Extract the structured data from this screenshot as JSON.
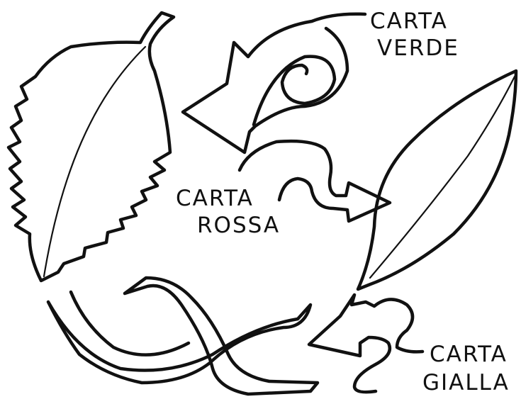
{
  "labels": {
    "verde": [
      "CARTA",
      "VERDE"
    ],
    "rossa": [
      "CARTA",
      "ROSSA"
    ],
    "gialla": [
      "CARTA",
      "GIALLA"
    ]
  },
  "colors": {
    "ink": "#111111",
    "background": "#ffffff"
  }
}
